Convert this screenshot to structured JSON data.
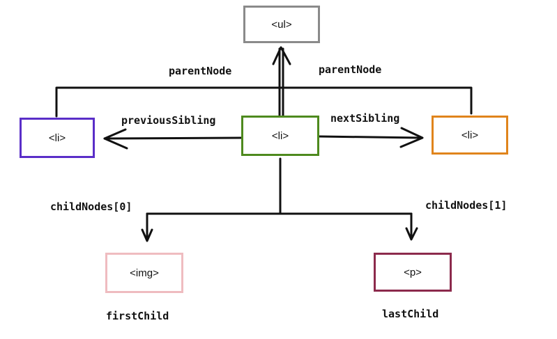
{
  "nodes": {
    "ul": {
      "label": "<ul>",
      "color": "#8a8a8a"
    },
    "li_previous": {
      "label": "<li>",
      "color": "#5a2ec8"
    },
    "li_current": {
      "label": "<li>",
      "color": "#4e8a1e"
    },
    "li_next": {
      "label": "<li>",
      "color": "#e0841c"
    },
    "img": {
      "label": "<img>",
      "color": "#efbcc0"
    },
    "p": {
      "label": "<p>",
      "color": "#8c2a4c"
    }
  },
  "edge_labels": {
    "parent_node_left": "parentNode",
    "parent_node_right": "parentNode",
    "previous_sibling": "previousSibling",
    "next_sibling": "nextSibling",
    "child_nodes_0": "childNodes[0]",
    "child_nodes_1": "childNodes[1]",
    "first_child": "firstChild",
    "last_child": "lastChild"
  }
}
